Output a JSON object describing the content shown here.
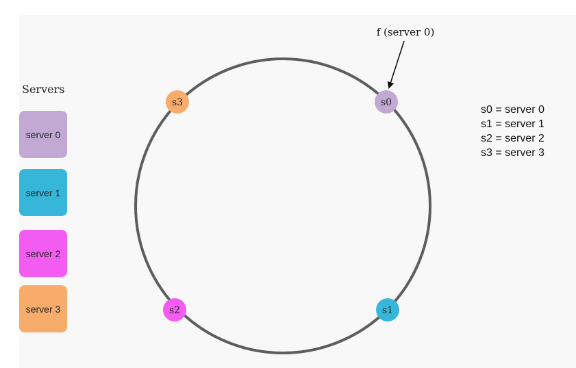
{
  "servers_panel": {
    "title": "Servers",
    "items": [
      {
        "label": "server 0",
        "color": "#c1a9d3"
      },
      {
        "label": "server 1",
        "color": "#36b7d9"
      },
      {
        "label": "server 2",
        "color": "#f35cf0"
      },
      {
        "label": "server 3",
        "color": "#f8ac6c"
      }
    ]
  },
  "ring": {
    "stroke_color": "#5d5d5d",
    "nodes": [
      {
        "label": "s0",
        "color": "#c1a9d3"
      },
      {
        "label": "s1",
        "color": "#36b7d9"
      },
      {
        "label": "s2",
        "color": "#f35cf0"
      },
      {
        "label": "s3",
        "color": "#f8ac6c"
      }
    ]
  },
  "key_annotation": {
    "label": "f (server 0)"
  },
  "legend": [
    "s0 = server 0",
    "s1 = server 1",
    "s2 = server 2",
    "s3 = server 3"
  ]
}
